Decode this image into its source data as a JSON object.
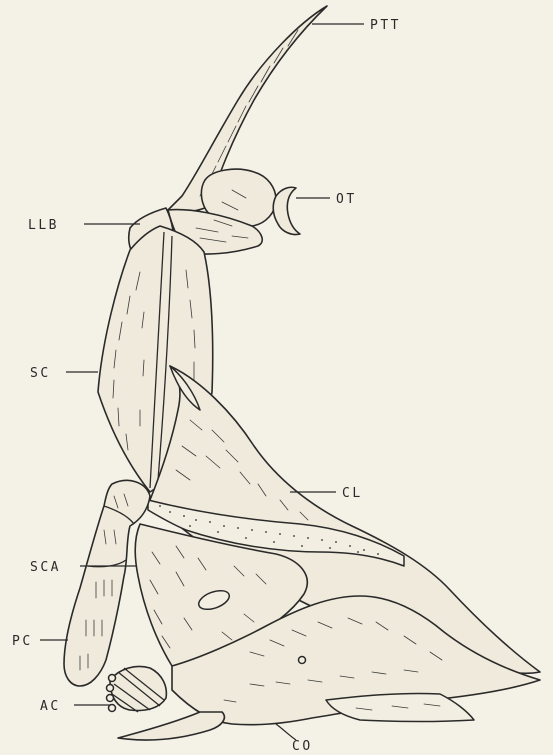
{
  "labels": {
    "ptt": "PTT",
    "ot": "OT",
    "llb": "LLB",
    "sc": "SC",
    "cl": "CL",
    "sca": "SCA",
    "pc": "PC",
    "ac": "AC",
    "co": "CO"
  },
  "colors": {
    "paper": "#f4f1e6",
    "ink": "#2a2a2a"
  }
}
